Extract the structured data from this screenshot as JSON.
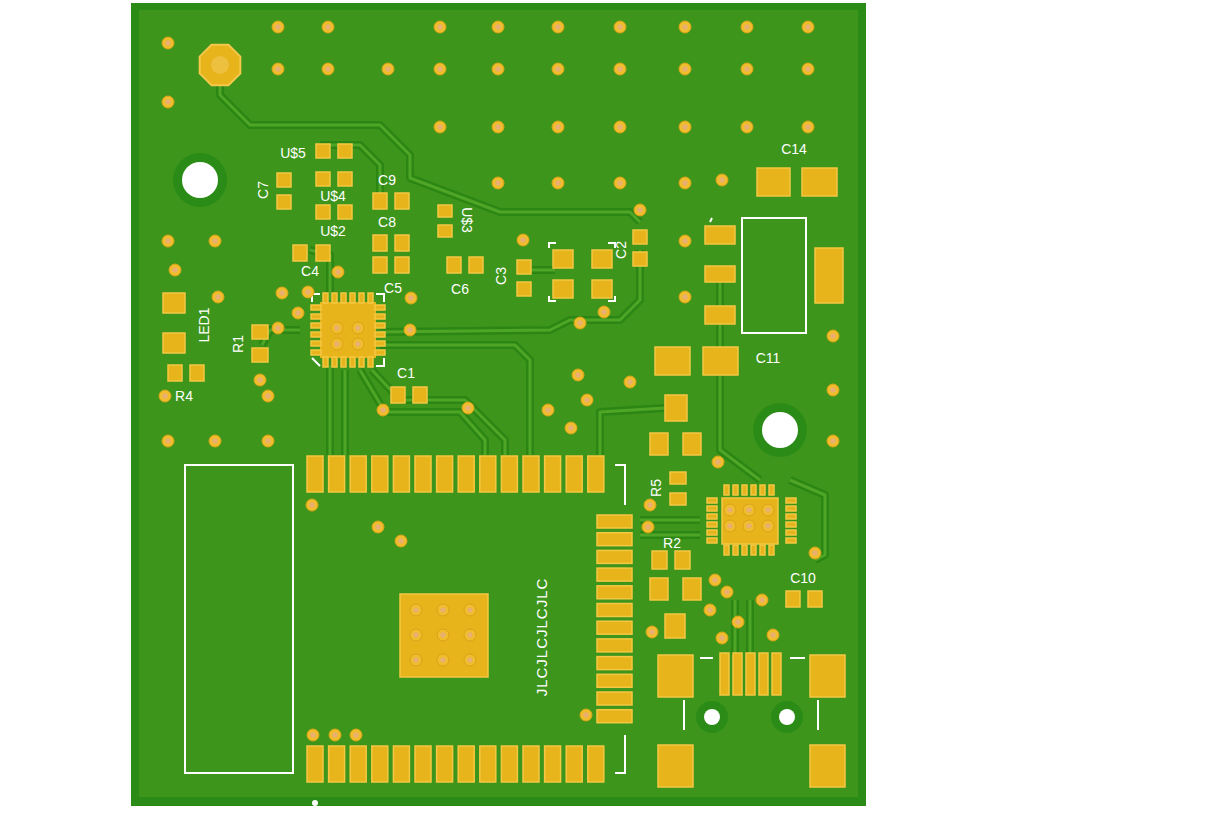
{
  "diagram": {
    "labels": [
      "U$5",
      "C7",
      "U$4",
      "C9",
      "U$3",
      "C8",
      "U$2",
      "C4",
      "C5",
      "C6",
      "C3",
      "C2",
      "C14",
      "C11",
      "LED1",
      "R1",
      "R4",
      "C1",
      "R5",
      "R2",
      "C10",
      "JLCJLCJLCJLC"
    ]
  }
}
